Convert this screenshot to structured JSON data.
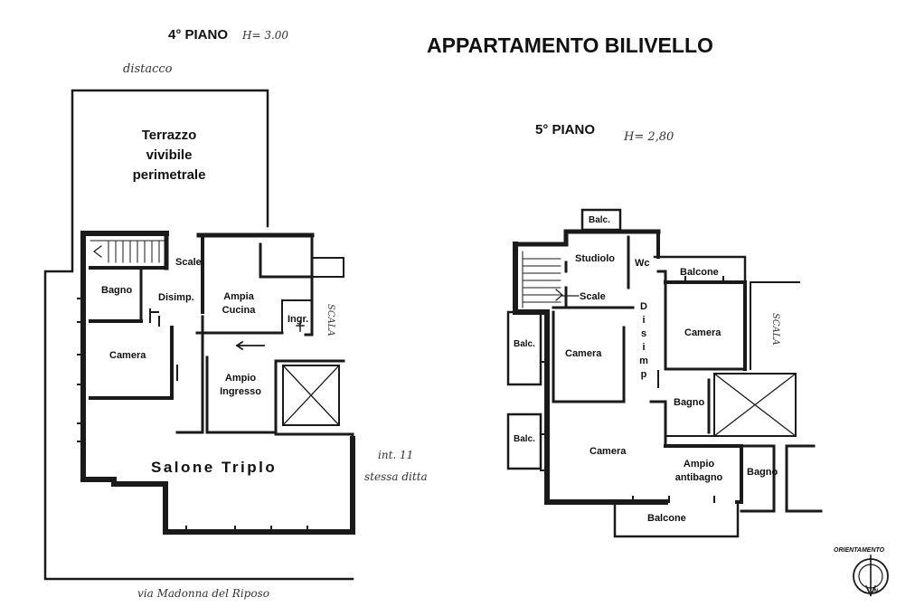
{
  "title": "APPARTAMENTO BILIVELLO",
  "colors": {
    "ink": "#111111",
    "wall": "#1a1a1a",
    "pencil": "#444444",
    "background": "#ffffff"
  },
  "left_plan": {
    "floor_label": "4° PIANO",
    "height_note": "H= 3.00",
    "distacco_note": "distacco",
    "rooms": {
      "terrazzo": "Terrazzo\nvivibile\nperimetrale",
      "scale": "Scale",
      "bagno": "Bagno",
      "disimp": "Disimp.",
      "ampia_cucina": "Ampia\nCucina",
      "ingr": "Ingr.",
      "camera": "Camera",
      "ampio_ingresso": "Ampio\nIngresso",
      "salone_triplo": "Salone Triplo"
    },
    "scala_note": "SCALA",
    "int_note_1": "int. 11",
    "int_note_2": "stessa ditta",
    "street_note": "via Madonna del Riposo"
  },
  "right_plan": {
    "floor_label": "5° PIANO",
    "height_note": "H= 2,80",
    "rooms": {
      "balc_top": "Balc.",
      "studiolo": "Studiolo",
      "wc": "Wc",
      "balcone_top": "Balcone",
      "scale": "Scale",
      "disimp_vertical": "D\ni\ns\ni\nm\np",
      "camera_right": "Camera",
      "balc_left_1": "Balc.",
      "camera_center": "Camera",
      "bagno_1": "Bagno",
      "balc_left_2": "Balc.",
      "camera_lower": "Camera",
      "ampio_antibagno": "Ampio\nantibagno",
      "bagno_2": "Bagno",
      "balcone_bottom": "Balcone"
    },
    "scala_note": "SCALA"
  },
  "orientation": {
    "label": "ORIENTAMENTO",
    "north": "N"
  }
}
